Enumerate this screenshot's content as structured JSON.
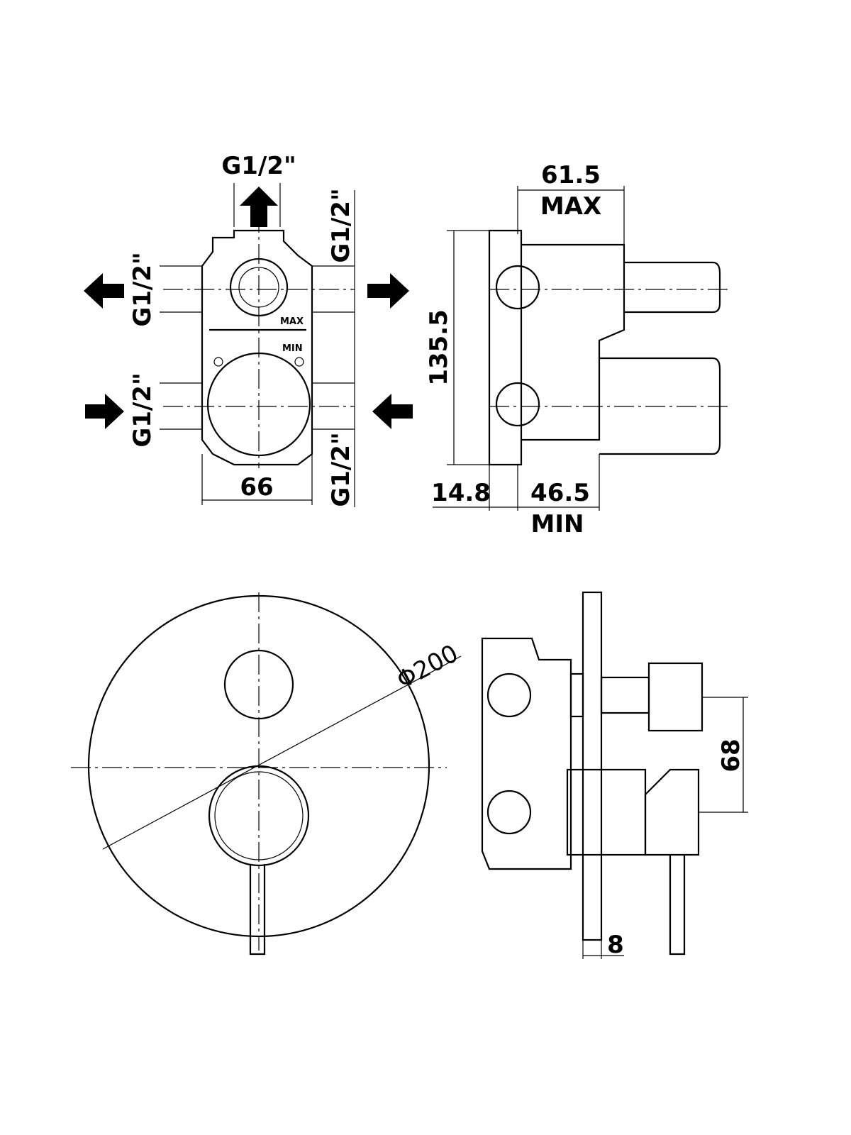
{
  "front_view": {
    "top_port": "G1/2\"",
    "left_upper_port": "G1/2\"",
    "right_upper_port": "G1/2\"",
    "left_lower_port": "G1/2\"",
    "right_lower_port": "G1/2\"",
    "width": "66",
    "max_mark": "MAX",
    "min_mark": "MIN"
  },
  "side_view": {
    "depth_max": "61.5",
    "max_label": "MAX",
    "height": "135.5",
    "plate_offset": "14.8",
    "depth_min": "46.5",
    "min_label": "MIN"
  },
  "cover_plate": {
    "diameter": "Φ200"
  },
  "installed_side": {
    "spacing": "68",
    "plate_thickness": "8"
  }
}
